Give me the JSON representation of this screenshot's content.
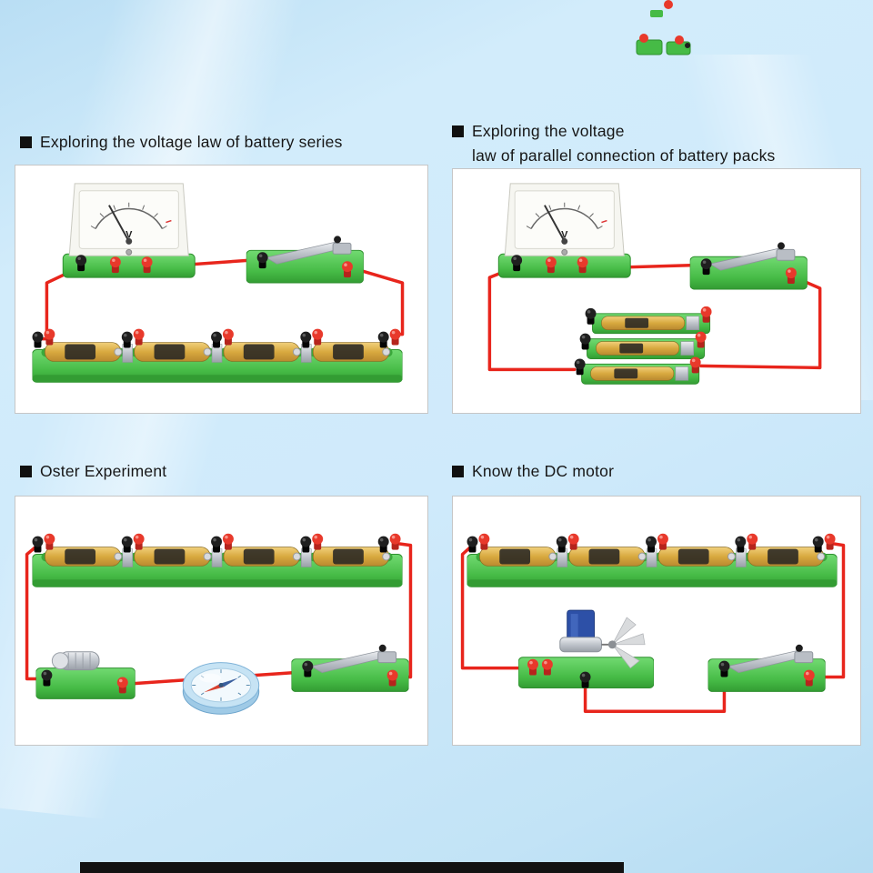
{
  "page": {
    "background_color": "#cfeafb",
    "accent_green": "#46bb46",
    "wire_red": "#e8251c",
    "panel_background": "#ffffff"
  },
  "meter": {
    "unit": "V"
  },
  "panels": [
    {
      "id": "battery-series",
      "title_line1": "Exploring the voltage law of battery series",
      "title_line2": "",
      "components": [
        "voltmeter",
        "switch",
        "battery-holder-row",
        "red-wires"
      ]
    },
    {
      "id": "battery-parallel",
      "title_line1": "Exploring the voltage",
      "title_line2": "law of parallel connection of battery packs",
      "components": [
        "voltmeter",
        "switch",
        "parallel-battery-pack",
        "red-wires"
      ]
    },
    {
      "id": "oersted",
      "title_line1": "Oster Experiment",
      "title_line2": "",
      "components": [
        "battery-holder-row",
        "lamp-holder",
        "compass",
        "switch",
        "red-wires"
      ]
    },
    {
      "id": "dc-motor",
      "title_line1": "Know the DC motor",
      "title_line2": "",
      "components": [
        "battery-holder-row",
        "dc-motor-with-fan",
        "switch",
        "red-wires"
      ]
    }
  ]
}
